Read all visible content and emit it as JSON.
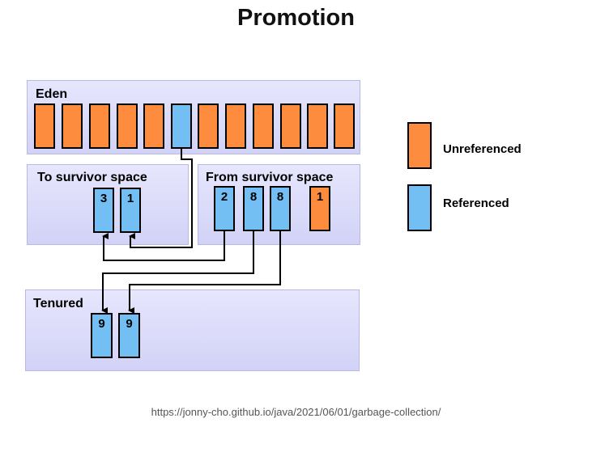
{
  "title": "Promotion",
  "regions": {
    "eden": "Eden",
    "to_survivor": "To survivor  space",
    "from_survivor": "From survivor  space",
    "tenured": "Tenured"
  },
  "eden_objects": [
    "unreferenced",
    "unreferenced",
    "unreferenced",
    "unreferenced",
    "unreferenced",
    "referenced",
    "unreferenced",
    "unreferenced",
    "unreferenced",
    "unreferenced",
    "unreferenced",
    "unreferenced"
  ],
  "to_survivor_objects": [
    {
      "age": "3",
      "state": "referenced"
    },
    {
      "age": "1",
      "state": "referenced"
    }
  ],
  "from_survivor_objects": [
    {
      "age": "2",
      "state": "referenced"
    },
    {
      "age": "8",
      "state": "referenced"
    },
    {
      "age": "8",
      "state": "referenced"
    },
    {
      "age": "1",
      "state": "unreferenced"
    }
  ],
  "tenured_objects": [
    {
      "age": "9",
      "state": "referenced"
    },
    {
      "age": "9",
      "state": "referenced"
    }
  ],
  "legend": {
    "unreferenced": "Unreferenced",
    "referenced": "Referenced"
  },
  "colors": {
    "unreferenced": "#fe8c3f",
    "referenced": "#73bff4",
    "region_fill": "#dcdcfa"
  },
  "source_url": "https://jonny-cho.github.io/java/2021/06/01/garbage-collection/"
}
